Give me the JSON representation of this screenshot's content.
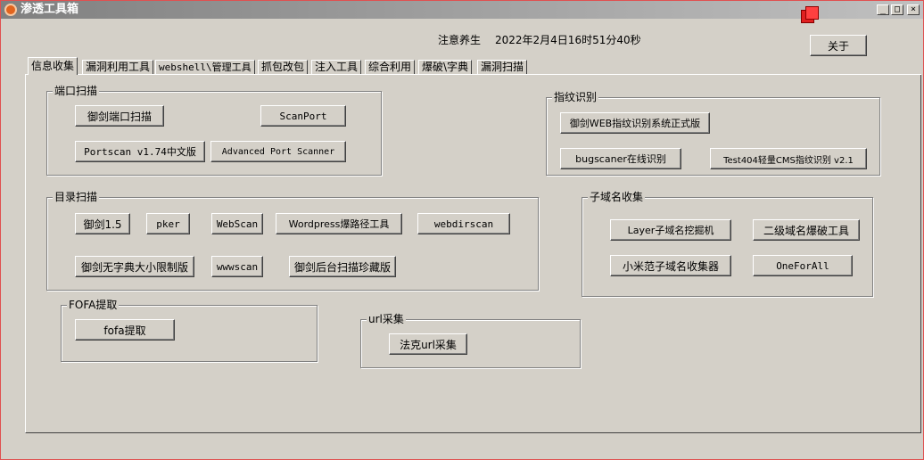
{
  "window": {
    "title": "渗透工具箱"
  },
  "titlebar": {
    "minimize": "_",
    "maximize": "□",
    "close": "×"
  },
  "header": {
    "motto": "注意养生",
    "datetime": "2022年2月4日16时51分40秒",
    "about_label": "关于"
  },
  "tabs": [
    {
      "label": "信息收集"
    },
    {
      "label": "漏洞利用工具"
    },
    {
      "label": "webshell\\管理工具"
    },
    {
      "label": "抓包改包"
    },
    {
      "label": "注入工具"
    },
    {
      "label": "综合利用"
    },
    {
      "label": "爆破\\字典"
    },
    {
      "label": "漏洞扫描"
    }
  ],
  "groups": {
    "port_scan": {
      "title": "端口扫描",
      "buttons": [
        "御剑端口扫描",
        "ScanPort",
        "Portscan v1.74中文版",
        "Advanced Port Scanner"
      ]
    },
    "fingerprint": {
      "title": "指纹识别",
      "buttons": [
        "御剑WEB指纹识别系统正式版",
        "bugscaner在线识别",
        "Test404轻量CMS指纹识别 v2.1"
      ]
    },
    "dir_scan": {
      "title": "目录扫描",
      "buttons": [
        "御剑1.5",
        "pker",
        "WebScan",
        "Wordpress爆路径工具",
        "webdirscan",
        "御剑无字典大小限制版",
        "wwwscan",
        "御剑后台扫描珍藏版"
      ]
    },
    "subdomain": {
      "title": "子域名收集",
      "buttons": [
        "Layer子域名挖掘机",
        "二级域名爆破工具",
        "小米范子域名收集器",
        "OneForAll"
      ]
    },
    "fofa": {
      "title": "FOFA提取",
      "buttons": [
        "fofa提取"
      ]
    },
    "url_collect": {
      "title": "url采集",
      "buttons": [
        "法克url采集"
      ]
    }
  }
}
